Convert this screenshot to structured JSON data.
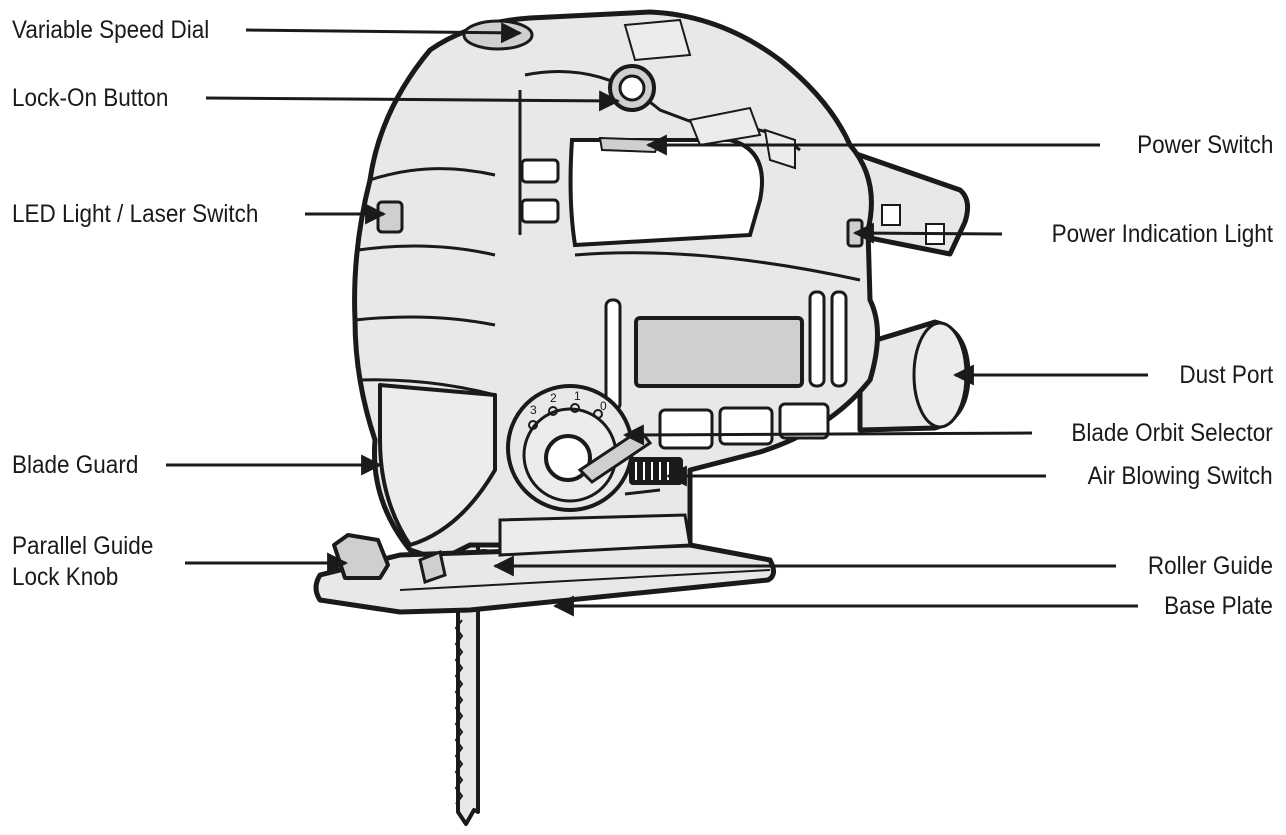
{
  "diagram": {
    "subject": "jigsaw-illustration",
    "labels": {
      "variable_speed_dial": "Variable Speed Dial",
      "lock_on_button": "Lock-On Button",
      "led_light_laser_switch": "LED Light / Laser Switch",
      "blade_guard": "Blade Guard",
      "parallel_guide_lock_knob_line1": "Parallel Guide",
      "parallel_guide_lock_knob_line2": "Lock Knob",
      "power_switch": "Power Switch",
      "power_indication_light": "Power Indication Light",
      "dust_port": "Dust Port",
      "blade_orbit_selector": "Blade Orbit Selector",
      "air_blowing_switch": "Air Blowing Switch",
      "roller_guide": "Roller Guide",
      "base_plate": "Base Plate"
    },
    "orbit_marks": [
      "3",
      "2",
      "1",
      "0"
    ],
    "colors": {
      "ink": "#1a1a1a",
      "body_fill": "#e8e8e8",
      "dark_fill": "#cfcfcf",
      "background": "#ffffff"
    }
  }
}
